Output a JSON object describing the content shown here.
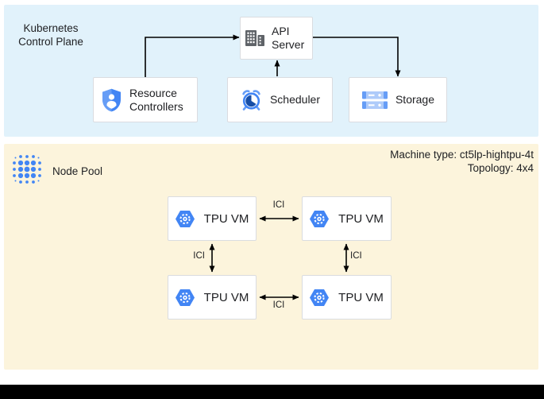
{
  "control_plane": {
    "title": "Kubernetes Control Plane",
    "nodes": {
      "api_server": {
        "label": "API Server",
        "icon": "building-icon"
      },
      "resource_controllers": {
        "label": "Resource Controllers",
        "icon": "shield-user-icon"
      },
      "scheduler": {
        "label": "Scheduler",
        "icon": "alarm-clock-icon"
      },
      "storage": {
        "label": "Storage",
        "icon": "storage-disks-icon"
      }
    }
  },
  "node_pool": {
    "title": "Node Pool",
    "icon": "dot-grid-icon",
    "machine_type": "Machine type: ct5lp-hightpu-4t",
    "topology": "Topology: 4x4",
    "tpu_vms": [
      {
        "label": "TPU VM",
        "icon": "gke-hexagon-gear-icon"
      },
      {
        "label": "TPU VM",
        "icon": "gke-hexagon-gear-icon"
      },
      {
        "label": "TPU VM",
        "icon": "gke-hexagon-gear-icon"
      },
      {
        "label": "TPU VM",
        "icon": "gke-hexagon-gear-icon"
      }
    ],
    "links": [
      {
        "label": "ICI",
        "position": "top"
      },
      {
        "label": "ICI",
        "position": "bottom"
      },
      {
        "label": "ICI",
        "position": "left"
      },
      {
        "label": "ICI",
        "position": "right"
      }
    ]
  },
  "colors": {
    "panel_blue": "#e1f2fb",
    "panel_cream": "#fcf4dc",
    "card_border": "#dadce0",
    "text": "#202124",
    "arrow": "#000000",
    "google_blue": "#4285f4",
    "light_blue": "#aecbfa",
    "mid_blue": "#669df6",
    "dark_blue": "#174ea6",
    "icon_gray": "#5f6368"
  }
}
